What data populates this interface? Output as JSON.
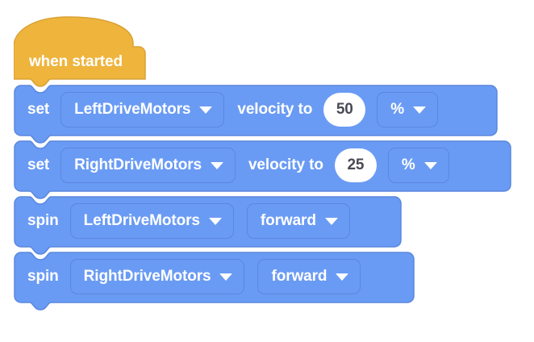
{
  "workspace": {
    "background_color": "#ffffff",
    "block_color": "#6a9bf4",
    "block_border_color": "#5a87dd",
    "hat_color": "#eeb43c",
    "hat_border_color": "#d9a235",
    "text_color": "#ffffff",
    "number_text_color": "#4a4a55"
  },
  "script": {
    "hat": {
      "label": "when started"
    },
    "blocks": [
      {
        "keyword": "set",
        "motor": "LeftDriveMotors",
        "middle_text": "velocity to",
        "value": "50",
        "unit": "%"
      },
      {
        "keyword": "set",
        "motor": "RightDriveMotors",
        "middle_text": "velocity to",
        "value": "25",
        "unit": "%"
      },
      {
        "keyword": "spin",
        "motor": "LeftDriveMotors",
        "direction": "forward"
      },
      {
        "keyword": "spin",
        "motor": "RightDriveMotors",
        "direction": "forward"
      }
    ]
  },
  "icons": {
    "dropdown_caret": "chevron-down-icon"
  }
}
